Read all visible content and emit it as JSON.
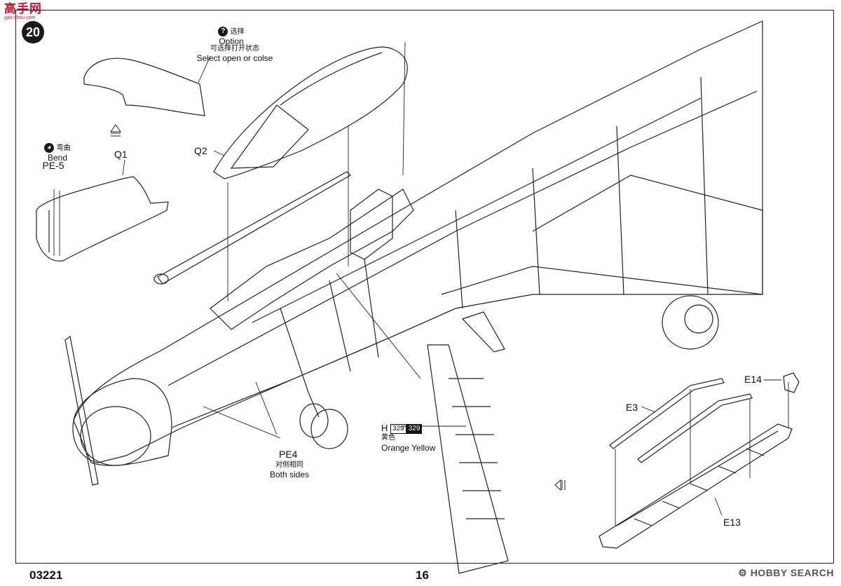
{
  "watermark": {
    "site_cn": "高手网",
    "site_url": "gao-shou.com"
  },
  "step_number": "20",
  "option_note": {
    "cn_title": "选择",
    "title": "Option",
    "cn_desc": "可选择打开状态",
    "desc": "Select open or colse"
  },
  "bend_note": {
    "cn": "弯曲",
    "en": "Bend",
    "part": "PE-5"
  },
  "parts": {
    "q1": "Q1",
    "q2": "Q2",
    "pe4": "PE4",
    "e3": "E3",
    "e13": "E13",
    "e14": "E14"
  },
  "both_sides": {
    "cn": "对侧相同",
    "en": "Both sides"
  },
  "paint": {
    "prefix": "H",
    "code1": "329",
    "code2": "329",
    "cn": "黄色",
    "en": "Orange Yellow"
  },
  "footer": {
    "kit_number": "03221",
    "page_number": "16",
    "brand": "HOBBY SEARCH"
  }
}
